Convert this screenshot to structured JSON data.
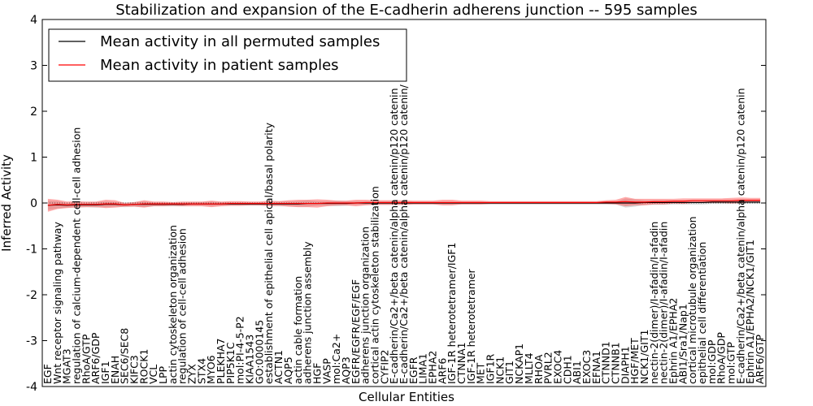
{
  "chart_data": {
    "type": "line",
    "title": "Stabilization and expansion of the E-cadherin adherens junction -- 595 samples",
    "xlabel": "Cellular Entities",
    "ylabel": "Inferred Activity",
    "ylim": [
      -4,
      4
    ],
    "yticks": [
      -4,
      -3,
      -2,
      -1,
      0,
      1,
      2,
      3,
      4
    ],
    "grid": false,
    "legend_position": "top-left",
    "categories": [
      "EGF",
      "Wnt receptor signaling pathway",
      "MGAT3",
      "regulation of calcium-dependent cell-cell adhesion",
      "RhoA/GTP",
      "ARF6/GDP",
      "IGF1",
      "ENAH",
      "SEC6/SEC8",
      "KIFC3",
      "ROCK1",
      "VCL",
      "LPP",
      "actin cytoskeleton organization",
      "regulation of cell-cell adhesion",
      "ZYX",
      "STX4",
      "MYO6",
      "PLEKHA7",
      "PIP5K1C",
      "mol:PI-4-5-P2",
      "KIAA1543",
      "GO:0000145",
      "establishment of epithelial cell apical/basal polarity",
      "ACTN1",
      "AQP5",
      "actin cable formation",
      "adherens junction assembly",
      "HGF",
      "VASP",
      "mol:Ca2+",
      "AQP3",
      "EGFR/EGFR/EGF/EGF",
      "adherens junction organization",
      "cortical actin cytoskeleton stabilization",
      "CYFIP2",
      "E-cadherin/Ca2+/beta catenin/alpha catenin/p120 catenin",
      "E-cadherin/Ca2+/beta catenin/alpha catenin/p120 catenin/",
      "EGFR",
      "LIMA1",
      "EPHA2",
      "ARF6",
      "IGF-1R heterotetramer/IGF1",
      "CTNNA1",
      "IGF-1R heterotetramer",
      "MET",
      "IGF1R",
      "NCK1",
      "GIT1",
      "NCKAP1",
      "MLLT4",
      "RHOA",
      "PVRL2",
      "EXOC4",
      "CDH1",
      "ABI1",
      "EXOC3",
      "EFNA1",
      "CTNND1",
      "CTNNB1",
      "DIAPH1",
      "HGF/MET",
      "NCK1/GIT1",
      "nectin-2(dimer)/I-afadin/I-afadin",
      "nectin-2(dimer)/I-afadin/I-afadin",
      "Ephrin A1/EPHA2",
      "ABI1/Sra1/Nap1",
      "cortical microtubule organization",
      "epithelial cell differentiation",
      "mol:GDP",
      "RhoA/GDP",
      "mol:GTP",
      "E-cadherin/Ca2+/beta catenin/alpha catenin/p120 catenin",
      "Ephrin A1/EPHA2/NCK1/GIT1",
      "ARF6/GTP"
    ],
    "series": [
      {
        "name": "Mean activity in all permuted samples",
        "color": "#000000",
        "band_color": "#aaaaaa",
        "values": [
          -0.05,
          -0.04,
          -0.05,
          -0.04,
          -0.04,
          -0.04,
          -0.03,
          -0.03,
          -0.04,
          -0.03,
          -0.03,
          -0.03,
          -0.03,
          -0.03,
          -0.03,
          -0.02,
          -0.02,
          -0.02,
          -0.02,
          -0.02,
          -0.02,
          -0.02,
          -0.02,
          -0.02,
          -0.02,
          -0.02,
          -0.02,
          -0.01,
          -0.01,
          -0.01,
          -0.01,
          -0.01,
          0.0,
          0.0,
          0.0,
          0.0,
          0.0,
          0.0,
          0.0,
          0.0,
          0.0,
          0.0,
          0.0,
          0.0,
          0.0,
          0.0,
          0.0,
          0.0,
          0.0,
          0.0,
          0.0,
          0.0,
          0.0,
          0.0,
          0.0,
          0.0,
          0.0,
          0.0,
          0.0,
          0.0,
          0.0,
          0.0,
          0.01,
          0.01,
          0.01,
          0.01,
          0.01,
          0.01,
          0.01,
          0.02,
          0.02,
          0.02,
          0.02,
          0.02,
          0.02
        ],
        "spread": [
          0.1,
          0.08,
          0.05,
          0.05,
          0.05,
          0.06,
          0.06,
          0.05,
          0.05,
          0.05,
          0.06,
          0.04,
          0.04,
          0.04,
          0.04,
          0.04,
          0.04,
          0.05,
          0.04,
          0.04,
          0.04,
          0.04,
          0.04,
          0.04,
          0.05,
          0.05,
          0.06,
          0.07,
          0.05,
          0.05,
          0.06,
          0.05,
          0.04,
          0.04,
          0.04,
          0.04,
          0.04,
          0.04,
          0.03,
          0.03,
          0.03,
          0.03,
          0.03,
          0.03,
          0.03,
          0.03,
          0.03,
          0.03,
          0.03,
          0.03,
          0.03,
          0.03,
          0.03,
          0.03,
          0.03,
          0.03,
          0.03,
          0.03,
          0.03,
          0.03,
          0.1,
          0.08,
          0.05,
          0.05,
          0.05,
          0.04,
          0.04,
          0.04,
          0.04,
          0.04,
          0.04,
          0.04,
          0.04,
          0.04,
          0.04
        ]
      },
      {
        "name": "Mean activity in patient samples",
        "color": "#ff0000",
        "band_color": "#ff5555",
        "values": [
          -0.05,
          -0.03,
          -0.04,
          -0.03,
          -0.03,
          -0.03,
          -0.02,
          -0.02,
          -0.04,
          -0.03,
          -0.02,
          -0.02,
          -0.02,
          -0.02,
          -0.02,
          -0.02,
          -0.02,
          -0.02,
          -0.02,
          -0.01,
          -0.01,
          -0.01,
          -0.01,
          -0.01,
          -0.01,
          -0.01,
          -0.01,
          -0.01,
          -0.01,
          0.0,
          0.0,
          0.0,
          0.0,
          0.01,
          0.01,
          0.01,
          0.01,
          0.01,
          0.01,
          0.01,
          0.01,
          0.01,
          0.01,
          0.01,
          0.01,
          0.01,
          0.01,
          0.01,
          0.01,
          0.01,
          0.01,
          0.01,
          0.01,
          0.01,
          0.01,
          0.01,
          0.01,
          0.01,
          0.02,
          0.02,
          0.03,
          0.02,
          0.02,
          0.03,
          0.03,
          0.04,
          0.04,
          0.05,
          0.05,
          0.05,
          0.05,
          0.05,
          0.06,
          0.06,
          0.06
        ],
        "spread": [
          0.14,
          0.1,
          0.07,
          0.07,
          0.06,
          0.06,
          0.09,
          0.08,
          0.04,
          0.05,
          0.08,
          0.05,
          0.05,
          0.04,
          0.05,
          0.05,
          0.05,
          0.07,
          0.05,
          0.05,
          0.05,
          0.04,
          0.04,
          0.06,
          0.05,
          0.07,
          0.08,
          0.08,
          0.09,
          0.07,
          0.05,
          0.05,
          0.07,
          0.06,
          0.05,
          0.05,
          0.05,
          0.05,
          0.04,
          0.04,
          0.04,
          0.06,
          0.06,
          0.04,
          0.04,
          0.04,
          0.03,
          0.03,
          0.03,
          0.03,
          0.03,
          0.03,
          0.03,
          0.03,
          0.03,
          0.03,
          0.03,
          0.03,
          0.04,
          0.05,
          0.1,
          0.07,
          0.07,
          0.06,
          0.06,
          0.05,
          0.06,
          0.05,
          0.05,
          0.05,
          0.05,
          0.06,
          0.06,
          0.05,
          0.05
        ]
      }
    ]
  }
}
